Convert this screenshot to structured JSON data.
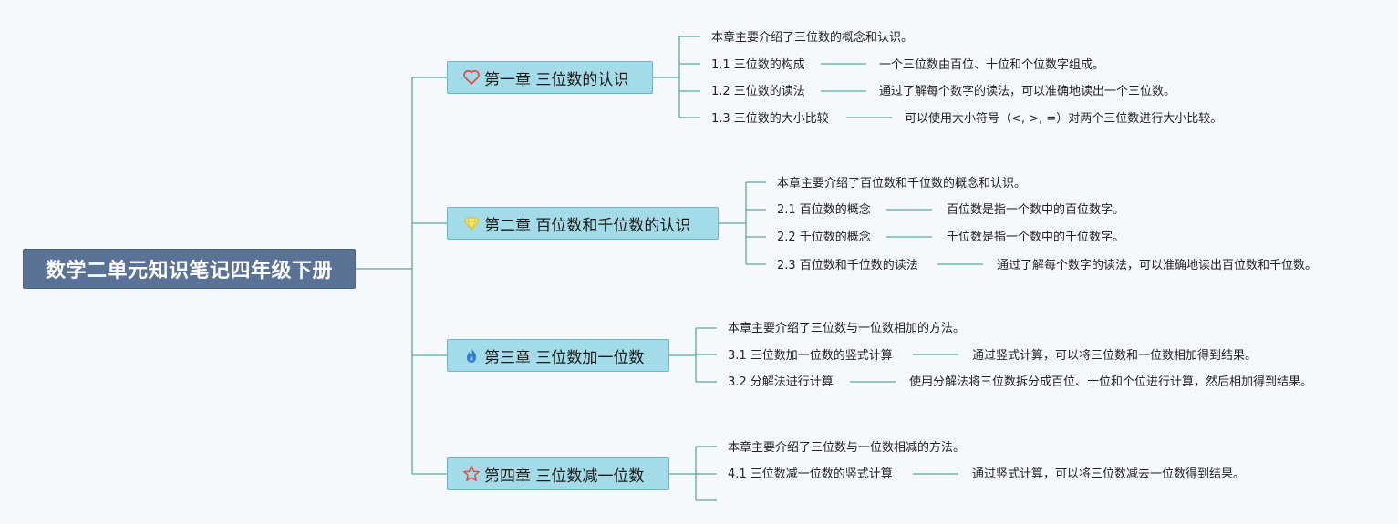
{
  "root": {
    "title": "数学二单元知识笔记四年级下册"
  },
  "chapters": [
    {
      "title": "第一章 三位数的认识",
      "icon": "heart-icon",
      "summary": "本章主要介绍了三位数的概念和认识。",
      "topics": [
        {
          "label": "1.1 三位数的构成",
          "desc": "一个三位数由百位、十位和个位数字组成。"
        },
        {
          "label": "1.2 三位数的读法",
          "desc": "通过了解每个数字的读法，可以准确地读出一个三位数。"
        },
        {
          "label": "1.3 三位数的大小比较",
          "desc": "可以使用大小符号（<, >, =）对两个三位数进行大小比较。"
        }
      ]
    },
    {
      "title": "第二章 百位数和千位数的认识",
      "icon": "diamond-icon",
      "summary": "本章主要介绍了百位数和千位数的概念和认识。",
      "topics": [
        {
          "label": "2.1 百位数的概念",
          "desc": "百位数是指一个数中的百位数字。"
        },
        {
          "label": "2.2 千位数的概念",
          "desc": "千位数是指一个数中的千位数字。"
        },
        {
          "label": "2.3 百位数和千位数的读法",
          "desc": "通过了解每个数字的读法，可以准确地读出百位数和千位数。"
        }
      ]
    },
    {
      "title": "第三章 三位数加一位数",
      "icon": "fire-icon",
      "summary": "本章主要介绍了三位数与一位数相加的方法。",
      "topics": [
        {
          "label": "3.1 三位数加一位数的竖式计算",
          "desc": "通过竖式计算，可以将三位数和一位数相加得到结果。"
        },
        {
          "label": "3.2 分解法进行计算",
          "desc": "使用分解法将三位数拆分成百位、十位和个位进行计算，然后相加得到结果。"
        }
      ]
    },
    {
      "title": "第四章 三位数减一位数",
      "icon": "star-icon",
      "summary": "本章主要介绍了三位数与一位数相减的方法。",
      "topics": [
        {
          "label": "4.1 三位数减一位数的竖式计算",
          "desc": "通过竖式计算，可以将三位数减去一位数得到结果。"
        }
      ]
    }
  ],
  "colors": {
    "background": "#f5f9fe",
    "root_fill": "#5a7295",
    "chapter_fill": "#a3dbe8",
    "chapter_border": "#6cb8c8",
    "line": "#5aa89a",
    "heart": "#d9534f",
    "diamond": "#e8d84a",
    "fire": "#2f80d8",
    "star": "#e0504a"
  }
}
